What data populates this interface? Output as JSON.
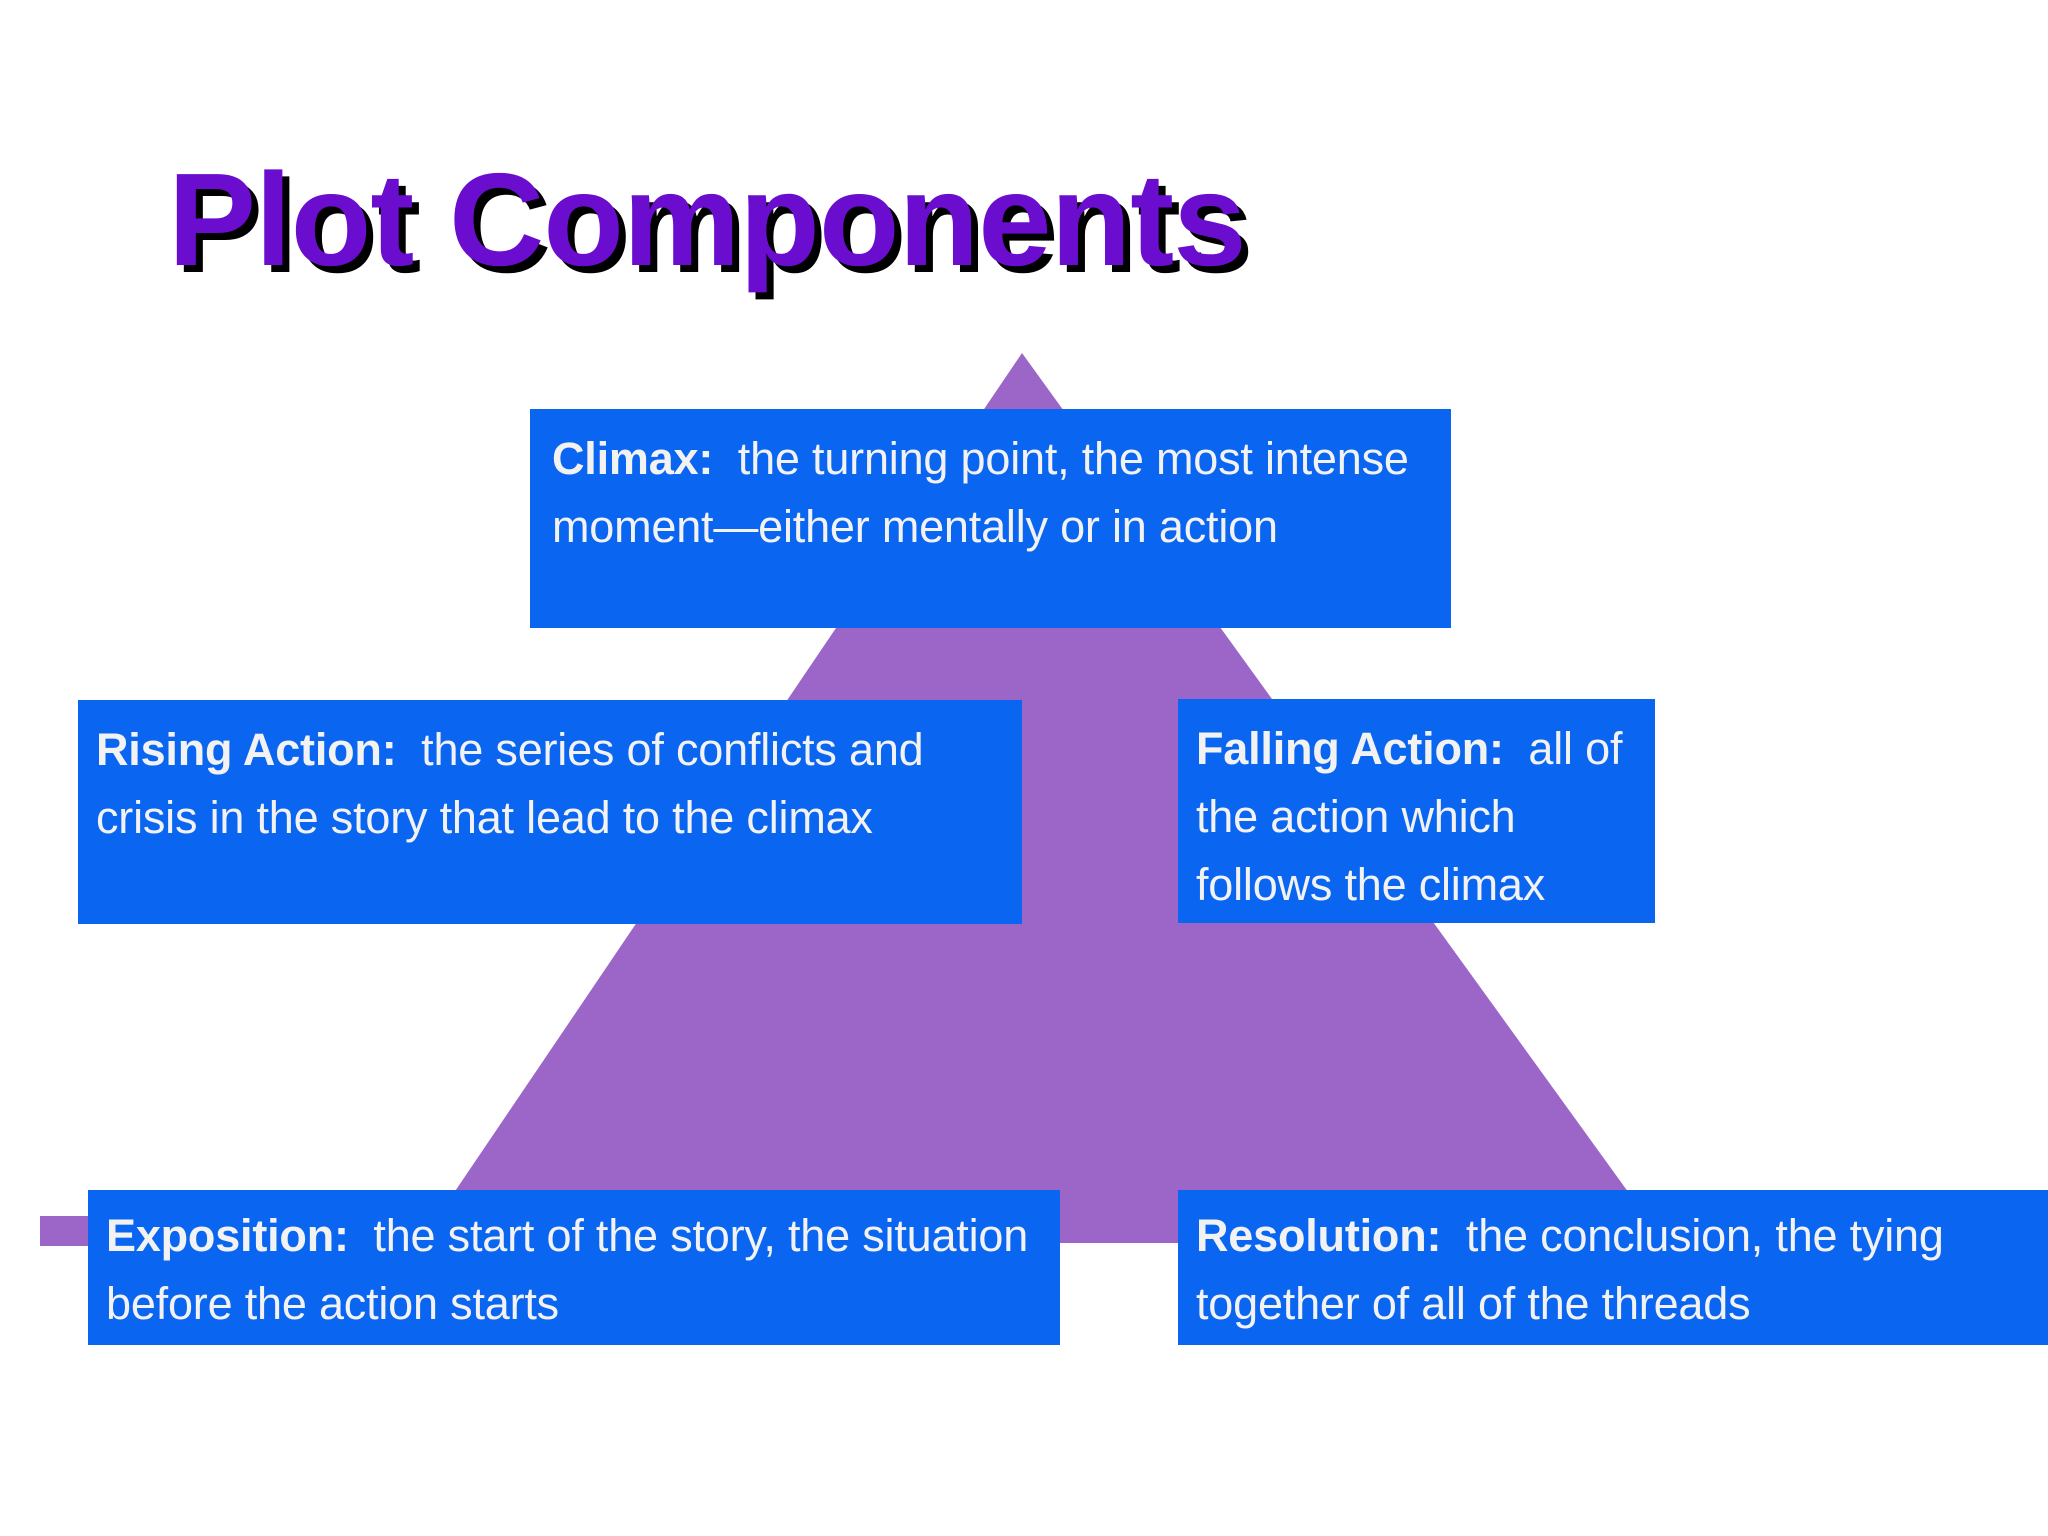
{
  "slide": {
    "title": "Plot Components",
    "background_color": "#ffffff",
    "title_color": "#6a0dcf",
    "title_shadow_color": "#000000",
    "pyramid_color": "#9b66c8",
    "box_color": "#0a66f0",
    "box_text_color": "#f2f2f2"
  },
  "diagram": {
    "shape": "plot-pyramid",
    "components": [
      {
        "id": "climax",
        "label": "Climax:",
        "text": "the turning point, the most intense moment—either mentally or in action",
        "position": "apex"
      },
      {
        "id": "rising-action",
        "label": "Rising Action:",
        "text": "the series of conflicts and crisis in the story that lead to the climax",
        "position": "left-slope"
      },
      {
        "id": "falling-action",
        "label": "Falling Action:",
        "text": "all of the action which follows the climax",
        "position": "right-slope"
      },
      {
        "id": "exposition",
        "label": "Exposition:",
        "text": "the start of the story, the situation before the action starts",
        "position": "left-base"
      },
      {
        "id": "resolution",
        "label": "Resolution:",
        "text": "the conclusion, the tying together of all of the threads",
        "position": "right-base"
      }
    ]
  }
}
